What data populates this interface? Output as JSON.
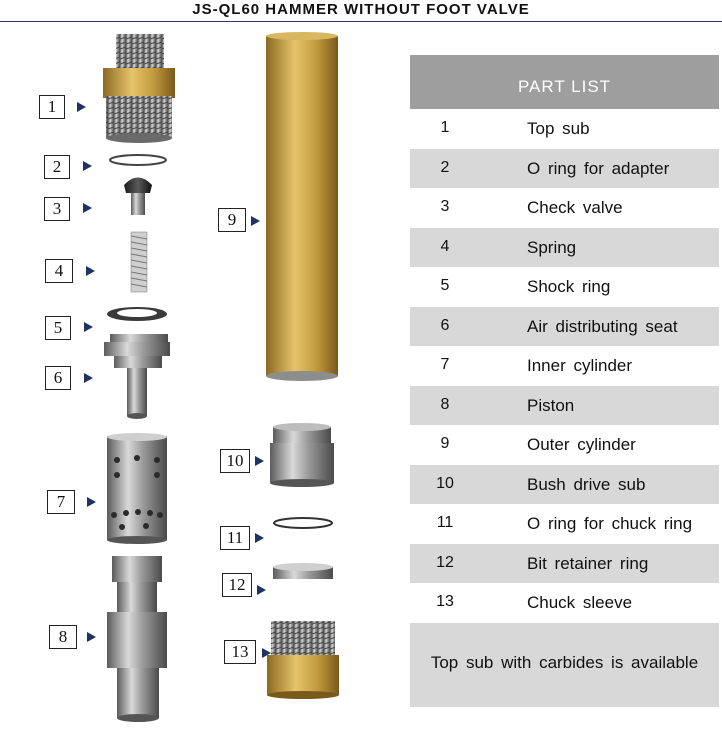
{
  "title": "JS-QL60  HAMMER  WITHOUT  FOOT  VALVE",
  "part_list": {
    "header": "PART  LIST",
    "items": [
      {
        "num": "1",
        "name": "Top sub"
      },
      {
        "num": "2",
        "name": "O ring for adapter"
      },
      {
        "num": "3",
        "name": "Check valve"
      },
      {
        "num": "4",
        "name": "Spring"
      },
      {
        "num": "5",
        "name": "Shock ring"
      },
      {
        "num": "6",
        "name": "Air distributing seat"
      },
      {
        "num": "7",
        "name": "Inner cylinder"
      },
      {
        "num": "8",
        "name": "Piston"
      },
      {
        "num": "9",
        "name": "Outer cylinder"
      },
      {
        "num": "10",
        "name": "Bush drive sub"
      },
      {
        "num": "11",
        "name": "O ring for chuck ring"
      },
      {
        "num": "12",
        "name": "Bit retainer ring"
      },
      {
        "num": "13",
        "name": "Chuck sleeve"
      }
    ],
    "footer": "Top sub with carbides is available"
  },
  "callouts": [
    "1",
    "2",
    "3",
    "4",
    "5",
    "6",
    "7",
    "8",
    "9",
    "10",
    "11",
    "12",
    "13"
  ],
  "colors": {
    "brass": "#c9a24a",
    "steel": "#8f8f8f",
    "header_gray": "#9e9e9e",
    "row_shade": "#d8d8d8",
    "arrow": "#1f3263"
  }
}
